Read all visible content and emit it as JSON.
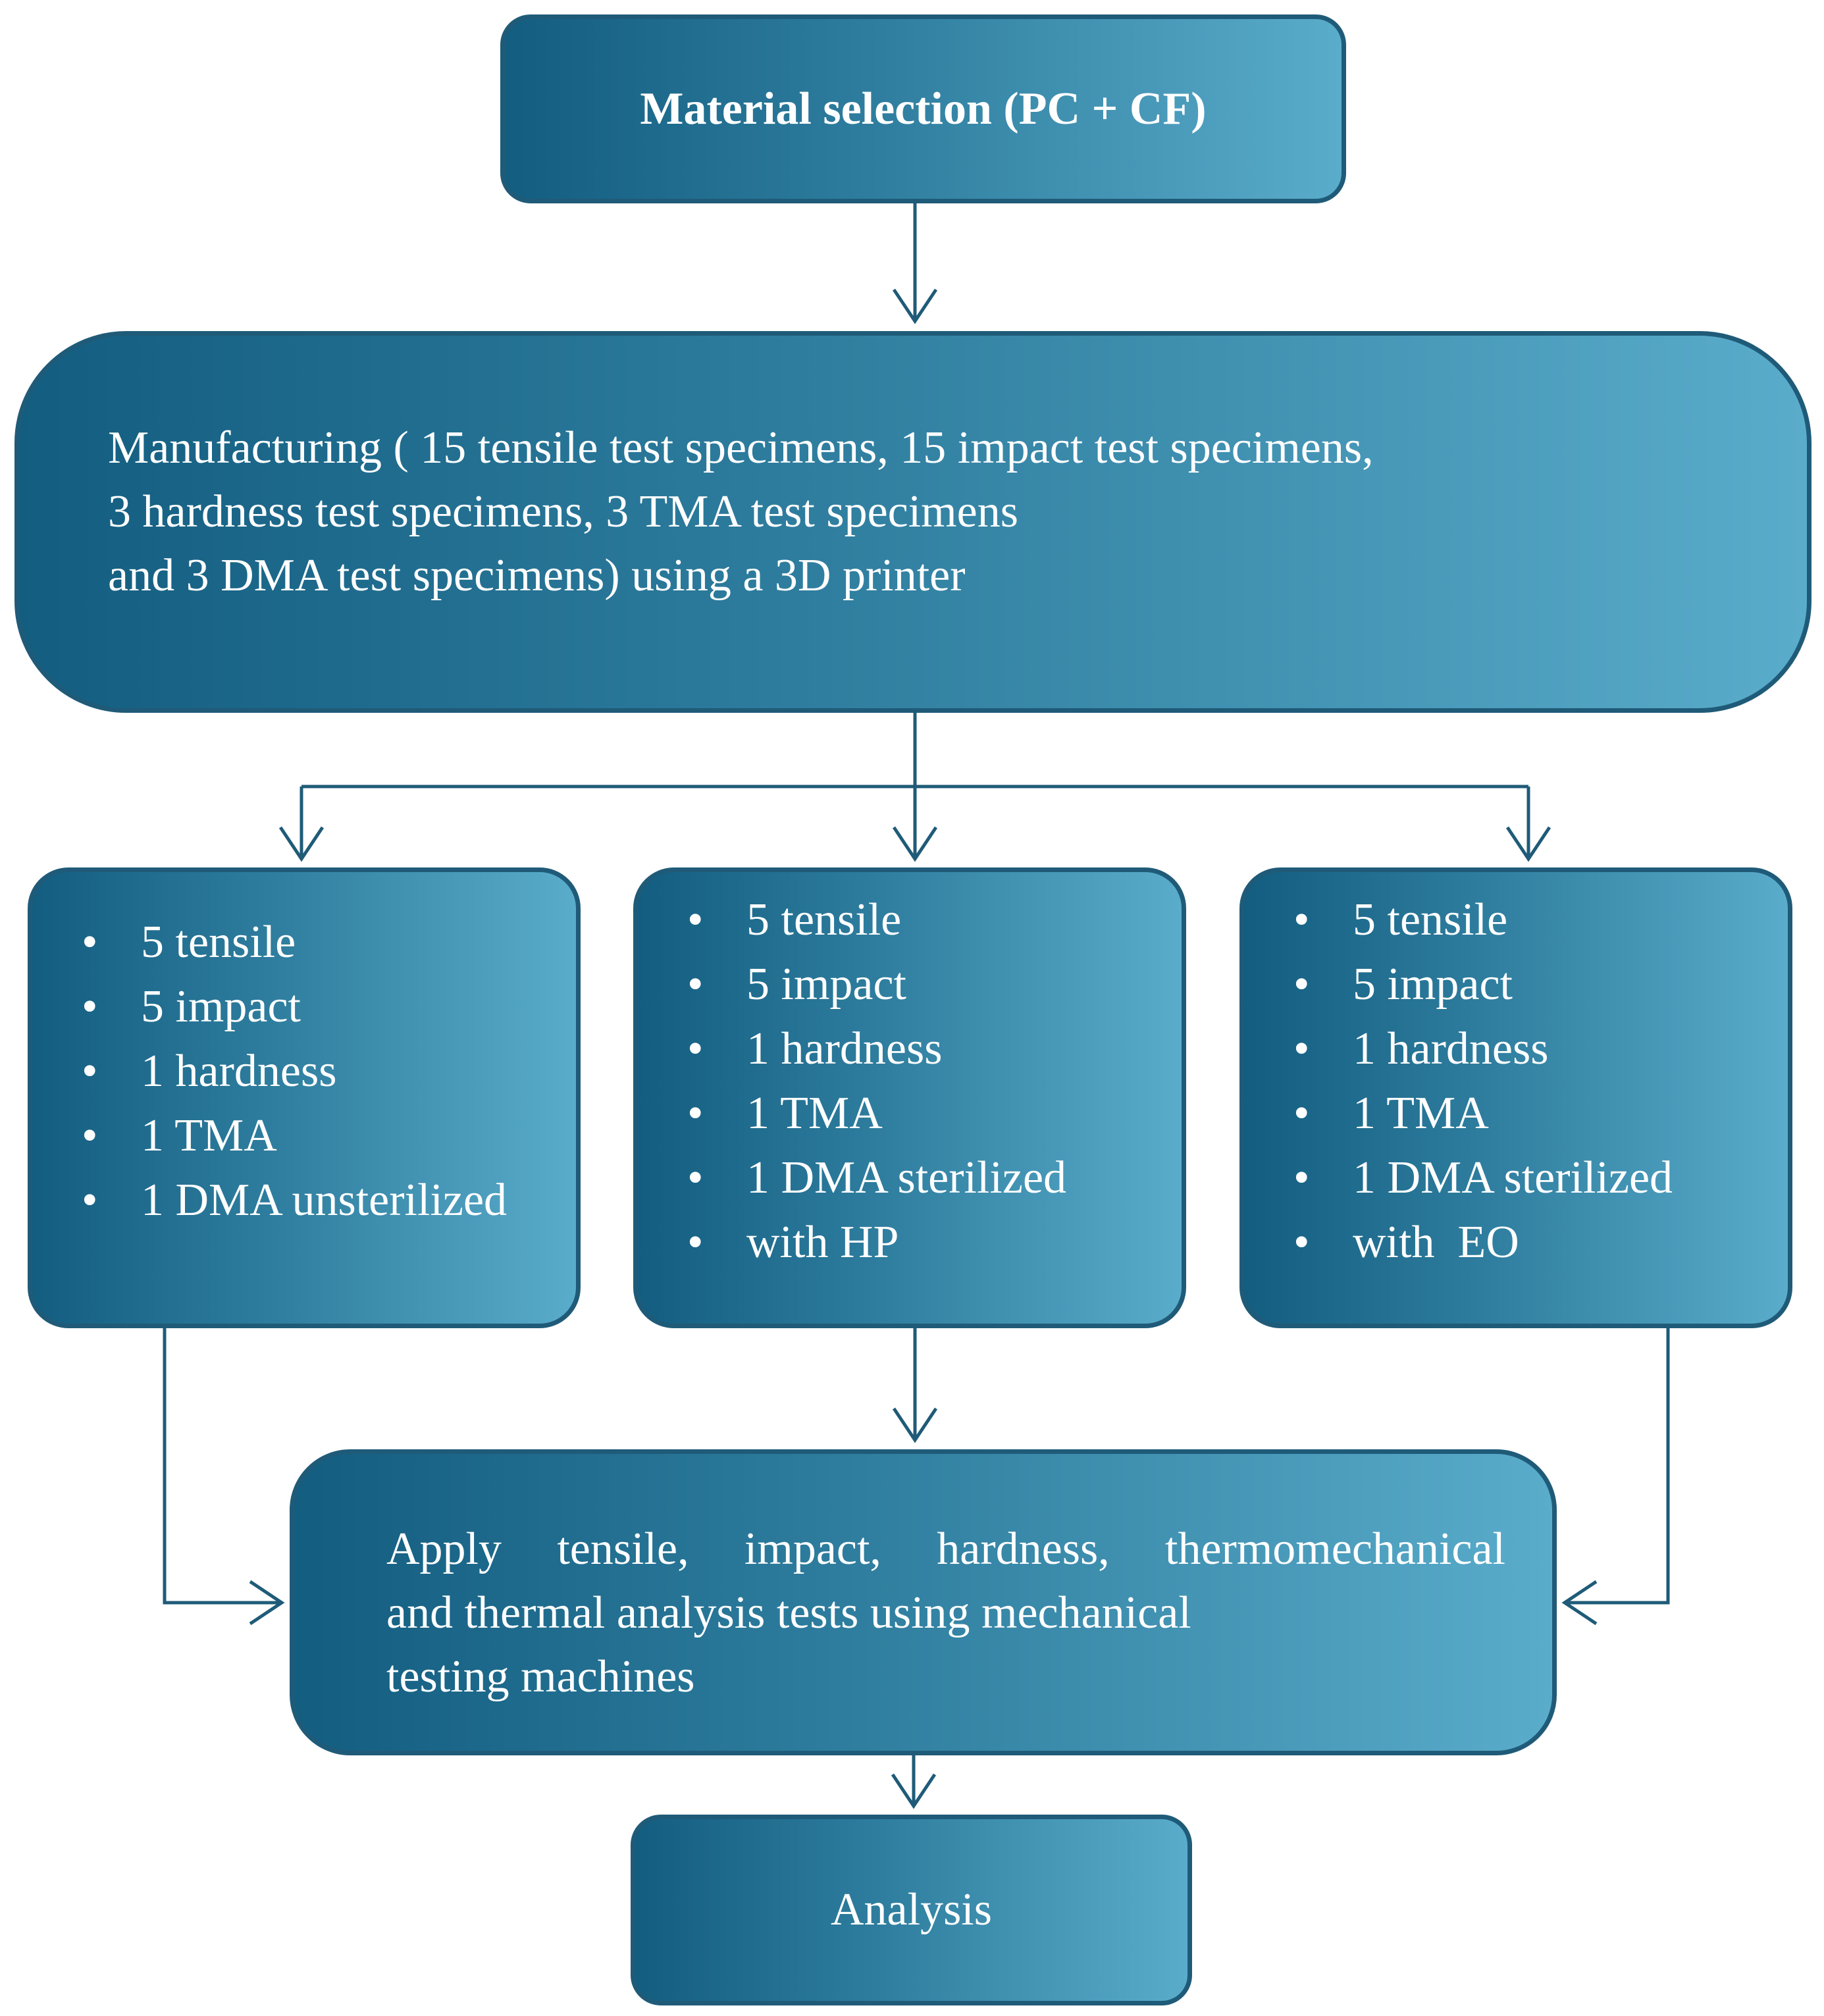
{
  "colors": {
    "box_gradient_dark": "#135d80",
    "box_gradient_light": "#5aaccb",
    "box_border": "#1f5b78",
    "connector": "#1f5b78",
    "text": "#ffffff"
  },
  "material": {
    "label": "Material selection (PC + CF)"
  },
  "manufacturing": {
    "lines": [
      "Manufacturing ( 15 tensile test specimens, 15 impact test specimens,",
      "3 hardness test specimens, 3 TMA test specimens",
      "and 3 DMA test specimens) using a 3D printer"
    ]
  },
  "groups": [
    {
      "items": [
        "5 tensile",
        "5 impact",
        "1 hardness",
        "1 TMA",
        "1 DMA unsterilized"
      ]
    },
    {
      "items": [
        "5 tensile",
        "5 impact",
        "1 hardness",
        "1 TMA",
        "1 DMA sterilized",
        "with HP"
      ]
    },
    {
      "items": [
        "5 tensile",
        "5 impact",
        "1 hardness",
        "1 TMA",
        "1 DMA sterilized",
        "with  EO"
      ]
    }
  ],
  "testing": {
    "lines": [
      "Apply tensile, impact, hardness, thermomechanical",
      "and thermal analysis tests using mechanical",
      "testing machines"
    ]
  },
  "analysis": {
    "label": "Analysis"
  },
  "bullet_char": "•"
}
